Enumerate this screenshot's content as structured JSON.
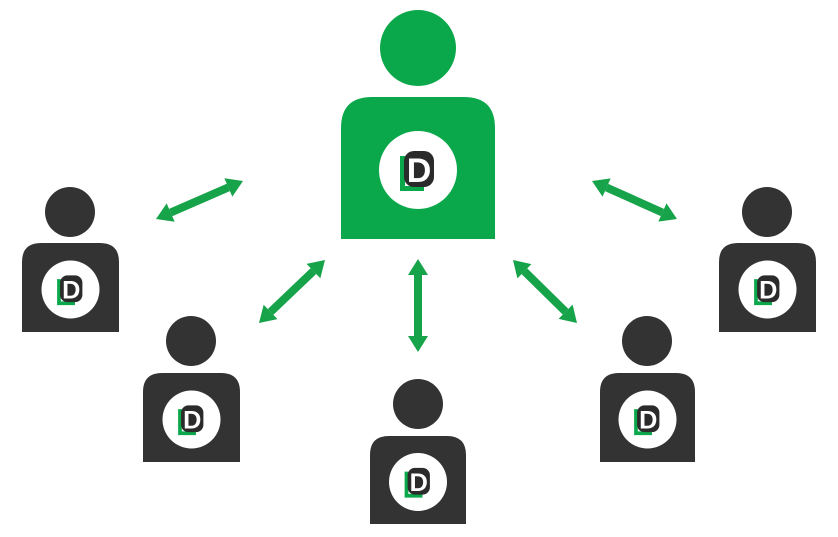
{
  "colors": {
    "center_person": "#0aa84a",
    "peer_person": "#333333",
    "arrow": "#16a34a",
    "badge_bg": "#ffffff",
    "logo_letter": "#2b2b2b",
    "logo_accent": "#0aa84a"
  },
  "logo": {
    "letter": "D"
  },
  "diagram": {
    "center": {
      "role": "hub",
      "icon": "person-icon"
    },
    "peers": [
      {
        "id": "peer-left-top",
        "icon": "person-icon"
      },
      {
        "id": "peer-left-bottom",
        "icon": "person-icon"
      },
      {
        "id": "peer-bottom",
        "icon": "person-icon"
      },
      {
        "id": "peer-right-bottom",
        "icon": "person-icon"
      },
      {
        "id": "peer-right-top",
        "icon": "person-icon"
      }
    ],
    "connections": [
      {
        "from": "hub",
        "to": "peer-left-top",
        "direction": "bidirectional"
      },
      {
        "from": "hub",
        "to": "peer-left-bottom",
        "direction": "bidirectional"
      },
      {
        "from": "hub",
        "to": "peer-bottom",
        "direction": "bidirectional"
      },
      {
        "from": "hub",
        "to": "peer-right-bottom",
        "direction": "bidirectional"
      },
      {
        "from": "hub",
        "to": "peer-right-top",
        "direction": "bidirectional"
      }
    ]
  }
}
